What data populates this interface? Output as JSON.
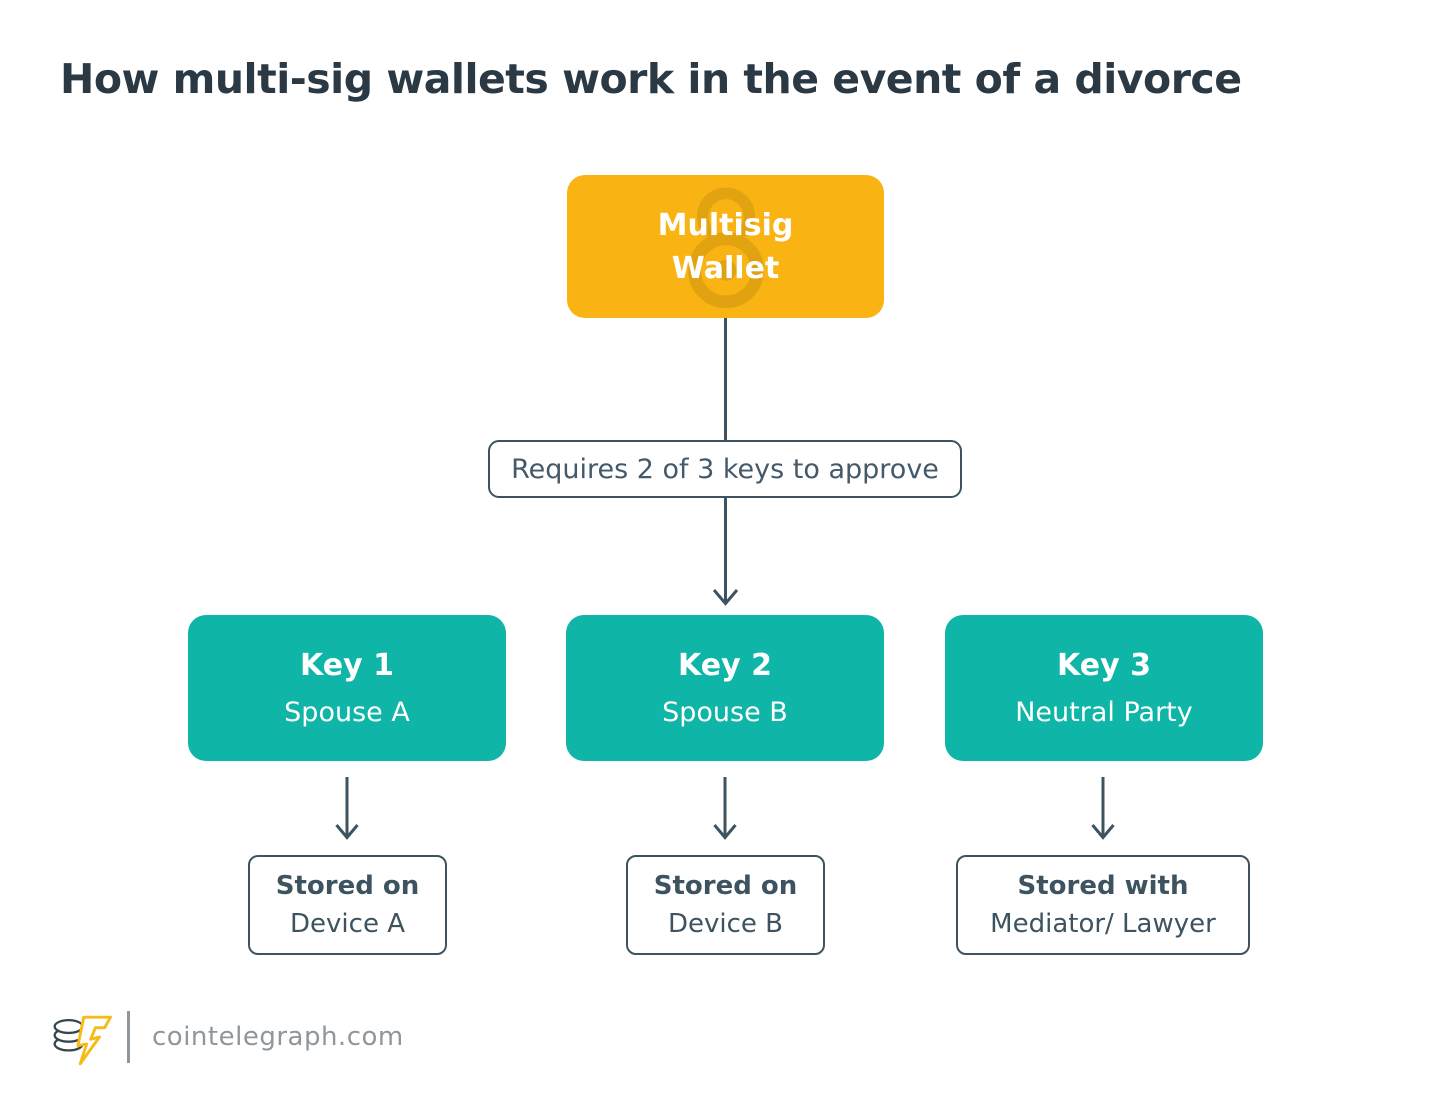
{
  "title": "How multi-sig wallets work in the event of a divorce",
  "diagram": {
    "root": {
      "line1": "Multisig",
      "line2": "Wallet",
      "icon": "padlock-icon"
    },
    "condition": "Requires 2 of 3 keys to approve",
    "keys": [
      {
        "title": "Key 1",
        "subtitle": "Spouse A",
        "storage_title": "Stored on",
        "storage_subtitle": "Device A"
      },
      {
        "title": "Key 2",
        "subtitle": "Spouse B",
        "storage_title": "Stored on",
        "storage_subtitle": "Device B"
      },
      {
        "title": "Key 3",
        "subtitle": "Neutral Party",
        "storage_title": "Stored with",
        "storage_subtitle": "Mediator/ Lawyer"
      }
    ]
  },
  "footer": {
    "site": "cointelegraph.com",
    "logo": "cointelegraph-logo"
  },
  "colors": {
    "root_box": "#f9b413",
    "root_watermark": "#cf9512",
    "key_box": "#0fb5a6",
    "line_and_border": "#3e5360",
    "title_text": "#2b3945",
    "footer_text": "#8f979d",
    "logo_bolt": "#f5bc18",
    "background": "#ffffff"
  }
}
